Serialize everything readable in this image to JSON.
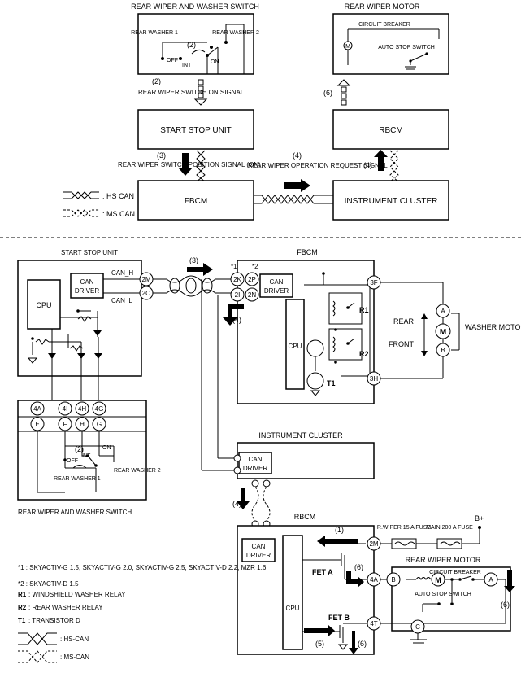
{
  "top": {
    "rear_switch_title": "REAR WIPER AND WASHER SWITCH",
    "rear_motor_title": "REAR WIPER MOTOR",
    "rear_washer_1": "REAR WASHER 1",
    "rear_washer_2": "REAR WASHER 2",
    "off": "OFF",
    "int": "INT",
    "on": "ON",
    "step2": "(2)",
    "circuit_breaker": "CIRCUIT BREAKER",
    "auto_stop_switch": "AUTO STOP SWITCH",
    "switch_on_signal": "REAR WIPER SWITCH ON SIGNAL",
    "step6": "(6)",
    "start_stop_unit": "START STOP UNIT",
    "rbcm": "RBCM",
    "step3": "(3)",
    "switch_position_signal": "REAR WIPER SWITCH POSITION SIGNAL (ON)",
    "step4": "(4)",
    "operation_request_signal": "REAR WIPER OPERATION REQUEST SIGNAL",
    "fbcm": "FBCM",
    "instrument_cluster": "INSTRUMENT CLUSTER",
    "hs_can_legend": ": HS CAN",
    "ms_can_legend": ": MS CAN"
  },
  "bottom": {
    "start_stop_unit": "START STOP UNIT",
    "can_driver": "CAN DRIVER",
    "can_h": "CAN_H",
    "can_l": "CAN_L",
    "cpu": "CPU",
    "fbcm": "FBCM",
    "star1": "*1",
    "star2": "*2",
    "pin_2m": "2M",
    "pin_2o": "2O",
    "pin_2k": "2K",
    "pin_2p": "2P",
    "pin_2i": "2I",
    "pin_2n": "2N",
    "pin_3f": "3F",
    "pin_3h": "3H",
    "step3": "(3)",
    "step4": "(4)",
    "r1": "R1",
    "r2": "R2",
    "t1": "T1",
    "rear": "REAR",
    "front": "FRONT",
    "washer_motor": "WASHER MOTOR",
    "m": "M",
    "pin_a": "A",
    "pin_b": "B",
    "pin_4a": "4A",
    "pin_4i": "4I",
    "pin_4h": "4H",
    "pin_4g": "4G",
    "pin_e": "E",
    "pin_f": "F",
    "pin_h": "H",
    "pin_g": "G",
    "instrument_cluster": "INSTRUMENT CLUSTER",
    "off": "OFF",
    "int": "INT",
    "on": "ON",
    "step2": "(2)",
    "rear_washer_1": "REAR WASHER 1",
    "rear_washer_2": "REAR WASHER 2",
    "rear_switch_label": "REAR WIPER AND WASHER SWITCH",
    "rbcm": "RBCM",
    "step1": "(1)",
    "step5": "(5)",
    "step6": "(6)",
    "fet_a": "FET A",
    "fet_b": "FET B",
    "pin_4t": "4T",
    "pin_c": "C",
    "fuse_rwiper": "R.WIPER 15 A FUSE",
    "fuse_main": "MAIN 200 A FUSE",
    "b_plus": "B+",
    "rear_wiper_motor": "REAR WIPER MOTOR",
    "circuit_breaker": "CIRCUIT BREAKER",
    "auto_stop_switch": "AUTO STOP SWITCH"
  },
  "notes": {
    "note1": "*1 : SKYACTIV-G 1.5, SKYACTIV-G 2.0, SKYACTIV-G 2.5, SKYACTIV-D 2.2, MZR 1.6",
    "note2": "*2 : SKYACTIV-D 1.5",
    "r1_desc": ": WINDSHIELD WASHER RELAY",
    "r2_desc": ": REAR WASHER RELAY",
    "t1_desc": ": TRANSISTOR D",
    "hs_can": ": HS-CAN",
    "ms_can": ": MS-CAN"
  }
}
